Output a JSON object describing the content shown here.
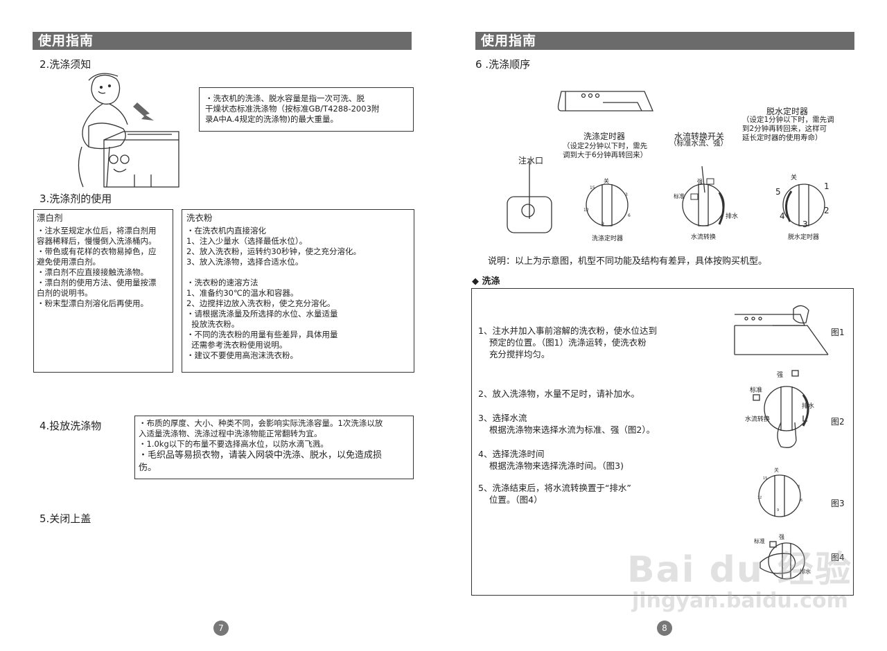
{
  "left": {
    "header": "使用指南",
    "s2": {
      "title": "2.洗涤须知",
      "note": [
        "・洗衣机的洗涤、脱水容量是指一次可洗、脱",
        "干燥状态标准洗涤物（按标准GB/T4288-2003附",
        "录A中A.4规定的洗涤物)的最大重量。"
      ]
    },
    "s3": {
      "title": "3.洗涤剂的使用",
      "bleach": {
        "title": "漂白剂",
        "lines": [
          "・注水至规定水位后，将漂白剂用",
          "容器稀释后，慢慢倒入洗涤桶内。",
          "・带色或有花样的衣物易掉色，应",
          "避免使用漂白剂。",
          "・漂白剂不应直接接触洗涤物。",
          "・漂白剂的使用方法、使用量按漂",
          "白剂的说明书。",
          "・粉末型漂白剂溶化后再使用。"
        ]
      },
      "powder": {
        "title": "洗衣粉",
        "lines1": [
          "・在洗衣机内直接溶化",
          "1、注入少量水（选择最低水位）。",
          "2、放入洗衣粉，运转约30秒钟，使之充分溶化。",
          "3、放入洗涤物，选择合适水位。"
        ],
        "lines2": [
          "・洗衣粉的速溶方法",
          "1、准备约30℃的温水和容器。",
          "2、边搅拌边放入洗衣粉，使之充分溶化。",
          "・请根据洗涤量及所选择的水位、水量适量",
          "  投放洗衣粉。",
          "・不同的洗衣粉的用量有些差异，具体用量",
          "  还需参考洗衣粉使用说明。",
          "・建议不要使用高泡沫洗衣粉。"
        ]
      }
    },
    "s4": {
      "title": "4.投放洗涤物",
      "lines": [
        "・布质的厚度、大小、种类不同，会影响实际洗涤容量。1次洗涤以放",
        "入适量洗涤物、洗涤过程中洗涤物能正常翻转为宜。",
        "・1.0kg以下的布量不要选择高水位，以防水滴飞溅。",
        "・毛织品等易损衣物，请装入网袋中洗涤、脱水，以免造成损",
        "伤。"
      ]
    },
    "s5": {
      "title": "5.关闭上盖"
    },
    "page": "7"
  },
  "right": {
    "header": "使用指南",
    "s6": {
      "title": "6 .洗涤顺序"
    },
    "diagram": {
      "inlet": "注水口",
      "wash_timer_title": "洗涤定时器",
      "wash_timer_note": [
        "（设定2分钟以下时，需先",
        "调到大于6分钟再转回来）"
      ],
      "wash_timer_label": "洗涤定时器",
      "flow_title": "水流转换开关",
      "flow_note": "（标准水流、强）",
      "flow_label": "水流转换",
      "flow_std": "标准",
      "flow_strong": "强",
      "flow_drain": "排水",
      "spin_title": "脱水定时器",
      "spin_note": [
        "（设定1分钟以下时，需先调",
        "到2分钟再转回来，这样可",
        "延长定时器的使用寿命）"
      ],
      "spin_label": "脱水定时器",
      "spin_off": "关",
      "spin_nums": [
        "1",
        "2",
        "3",
        "4",
        "5"
      ],
      "wash_dial_off": "关",
      "wash_dial_nums": [
        "15",
        "3",
        "12",
        "6",
        "9"
      ]
    },
    "note": "说明：以上为示意图，机型不同功能及结构有差异，具体按购买机型。",
    "wash": {
      "title": "◆ 洗涤",
      "steps": [
        [
          "1、注水并加入事前溶解的洗衣粉，使水位达到",
          "    预定的位置。（图1）洗涤运转，使洗衣粉",
          "    充分搅拌均匀。"
        ],
        [
          "2、放入洗涤物，水量不足时，请补加水。"
        ],
        [
          "3、选择水流",
          "    根据洗涤物来选择水流为标准、强（图2）。"
        ],
        [
          "4、选择洗涤时间",
          "    根据洗涤物来选择洗涤时间。（图3)"
        ],
        [
          "5、洗涤结束后，将水流转换置于“排水”",
          "    位置。（图4）"
        ]
      ],
      "figs": [
        "图1",
        "图2",
        "图3",
        "图4"
      ],
      "fig2_std": "标准",
      "fig2_strong": "强",
      "fig2_drain": "排水",
      "fig2_label": "水流转换"
    },
    "page": "8",
    "watermark": {
      "brand": "Bai du 经验",
      "url": "jingyan.baidu.com"
    }
  }
}
